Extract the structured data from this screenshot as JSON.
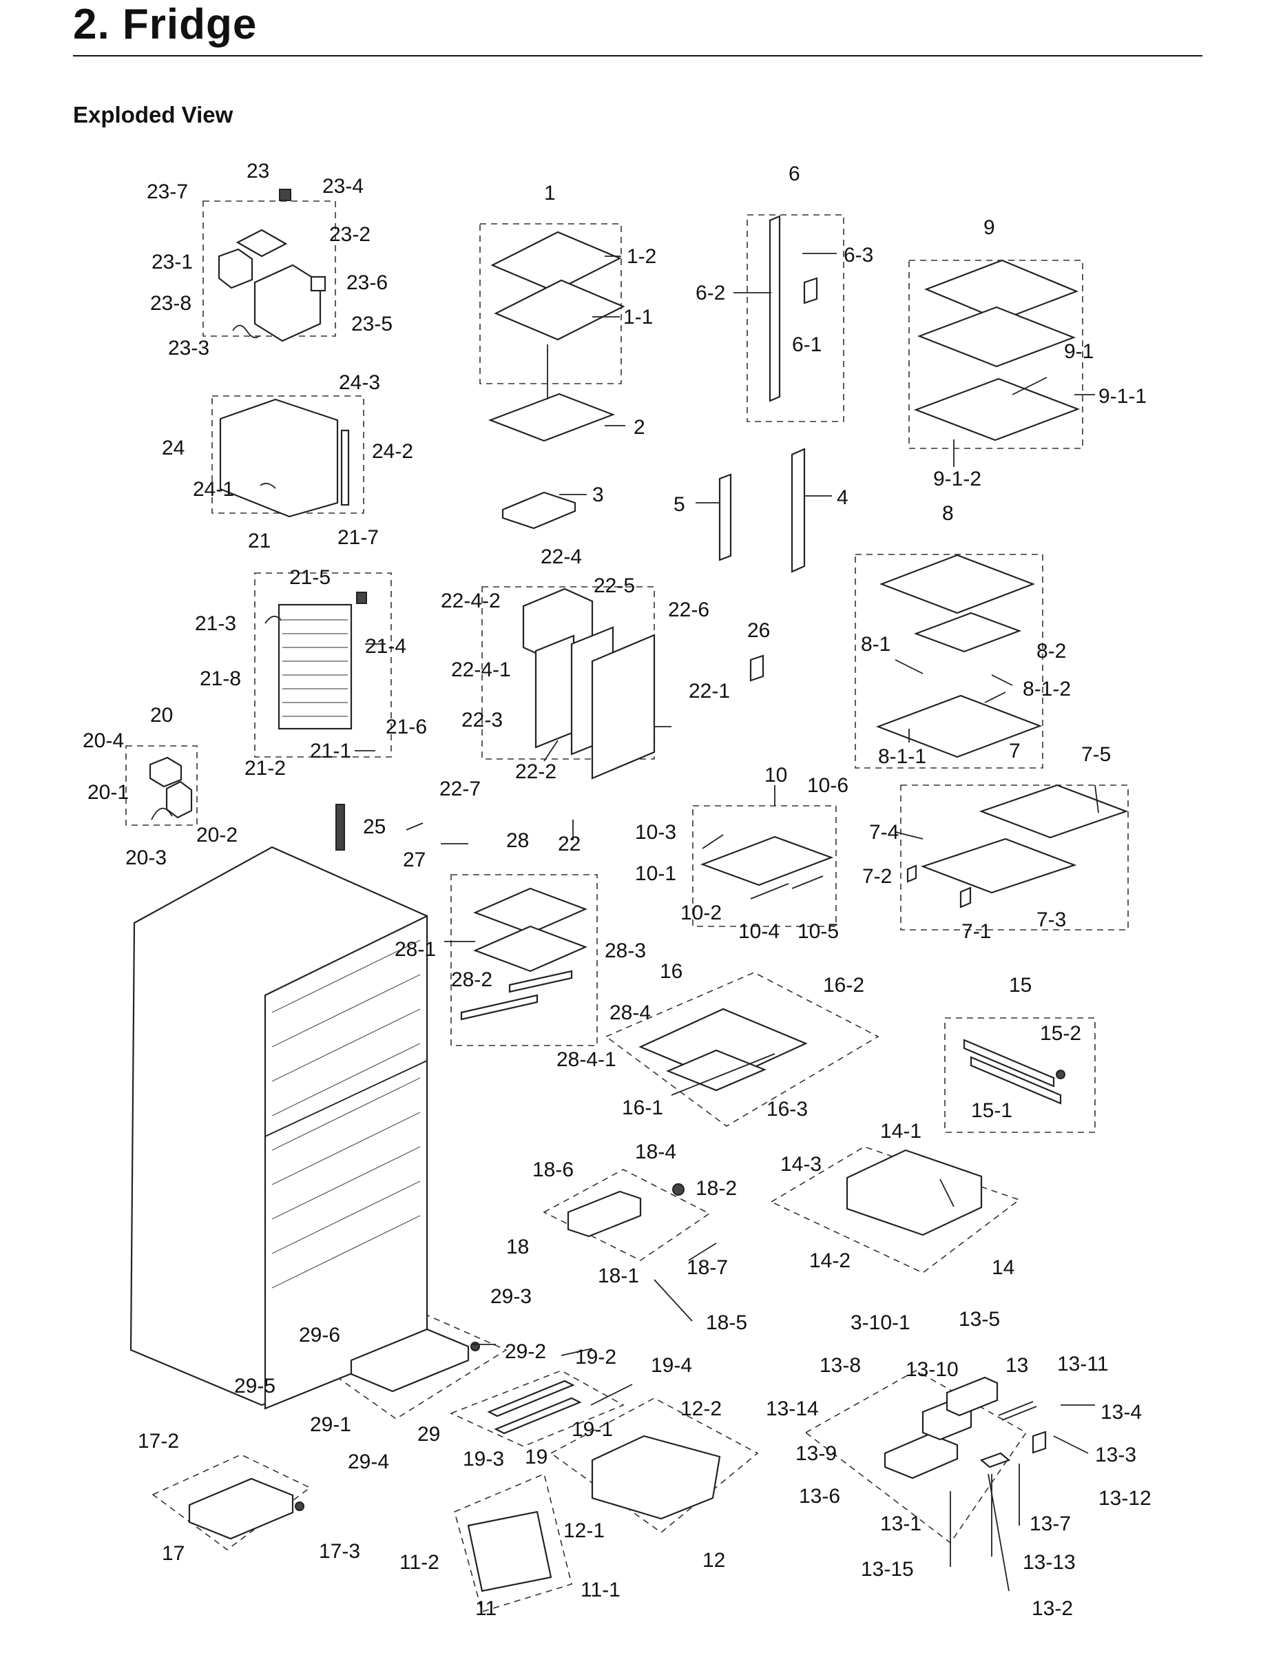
{
  "page": {
    "title": "2.  Fridge",
    "subtitle": "Exploded View"
  },
  "callouts": [
    "23",
    "23-7",
    "23-4",
    "23-2",
    "23-1",
    "23-6",
    "23-8",
    "23-5",
    "23-3",
    "24-3",
    "24",
    "24-2",
    "24-1",
    "1",
    "1-2",
    "1-1",
    "2",
    "3",
    "6",
    "6-3",
    "6-2",
    "6-1",
    "5",
    "4",
    "9",
    "9-1",
    "9-1-1",
    "9-1-2",
    "8",
    "8-1",
    "8-2",
    "8-1-2",
    "8-1-1",
    "21",
    "21-7",
    "21-5",
    "21-3",
    "21-4",
    "21-8",
    "21-6",
    "21-1",
    "21-2",
    "22-4",
    "22-4-2",
    "22-5",
    "22-6",
    "22-4-1",
    "22-1",
    "22-3",
    "22-2",
    "22-7",
    "22",
    "26",
    "20",
    "20-4",
    "20-1",
    "20-2",
    "20-3",
    "25",
    "27",
    "7",
    "7-5",
    "7-4",
    "7-2",
    "7-1",
    "7-3",
    "10",
    "10-6",
    "10-3",
    "10-1",
    "10-2",
    "10-4",
    "10-5",
    "28",
    "28-1",
    "28-3",
    "28-2",
    "28-4",
    "28-4-1",
    "16",
    "16-2",
    "16-1",
    "16-3",
    "15",
    "15-2",
    "15-1",
    "14-1",
    "14-3",
    "14-2",
    "14",
    "18-4",
    "18-6",
    "18-2",
    "18",
    "18-7",
    "18-1",
    "18-5",
    "29-3",
    "29-6",
    "29-2",
    "29-5",
    "29-1",
    "29",
    "29-4",
    "19-2",
    "19-4",
    "19-1",
    "19-3",
    "19",
    "12-2",
    "12-1",
    "12",
    "17-2",
    "17",
    "17-3",
    "11-2",
    "11",
    "11-1",
    "3-10-1",
    "13-5",
    "13-8",
    "13-10",
    "13",
    "13-11",
    "13-14",
    "13-4",
    "13-9",
    "13-3",
    "13-6",
    "13-12",
    "13-1",
    "13-7",
    "13-15",
    "13-13",
    "13-2"
  ]
}
